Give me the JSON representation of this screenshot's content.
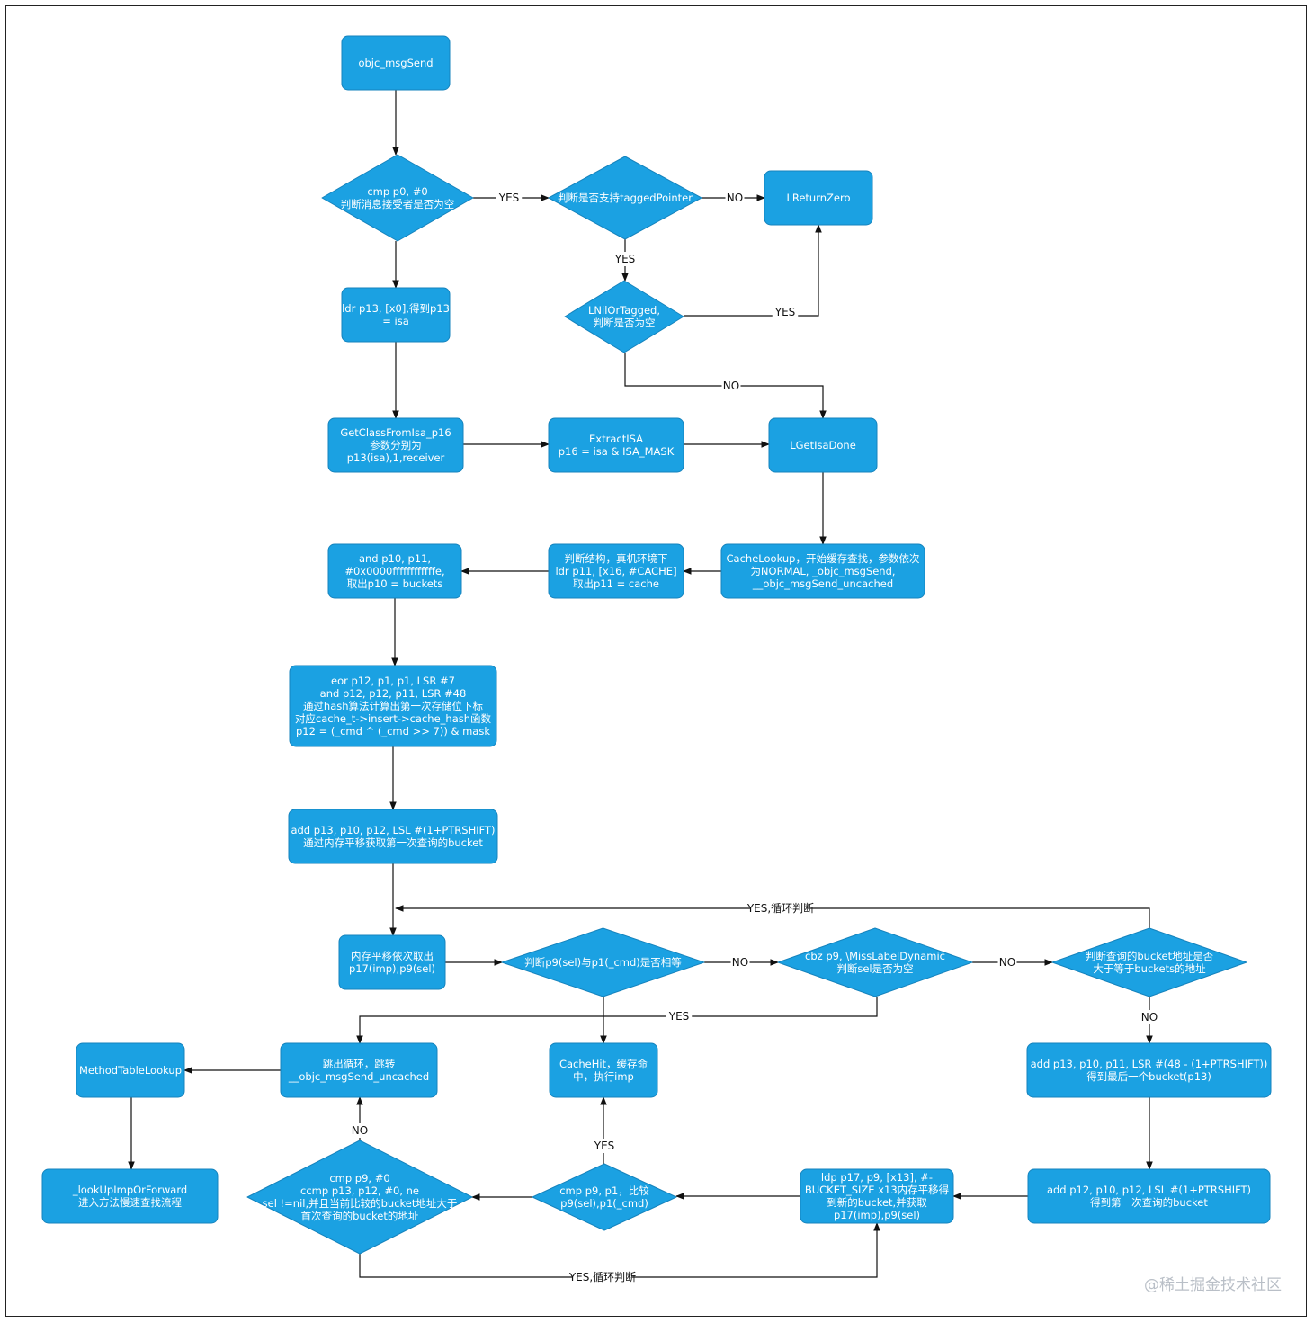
{
  "colors": {
    "node_fill": "#1ba1e2",
    "node_stroke": "#1583bd",
    "edge": "#111111",
    "text": "#ffffff",
    "label": "#111111"
  },
  "nodes": [
    {
      "id": "n1",
      "shape": "rect",
      "lines": [
        "objc_msgSend"
      ]
    },
    {
      "id": "n2",
      "shape": "diamond",
      "lines": [
        "cmp p0, #0",
        "判断消息接受者是否为空"
      ]
    },
    {
      "id": "n3",
      "shape": "diamond",
      "lines": [
        "判断是否支持taggedPointer"
      ]
    },
    {
      "id": "n4",
      "shape": "rect",
      "lines": [
        "LReturnZero"
      ]
    },
    {
      "id": "n5",
      "shape": "diamond",
      "lines": [
        "LNilOrTagged,",
        "判断是否为空"
      ]
    },
    {
      "id": "n6",
      "shape": "rect",
      "lines": [
        "ldr p13, [x0],得到p13",
        "= isa"
      ]
    },
    {
      "id": "n7",
      "shape": "rect",
      "lines": [
        "GetClassFromIsa_p16",
        "参数分别为",
        "p13(isa),1,receiver"
      ]
    },
    {
      "id": "n8",
      "shape": "rect",
      "lines": [
        "ExtractISA",
        "p16 = isa & ISA_MASK"
      ]
    },
    {
      "id": "n9",
      "shape": "rect",
      "lines": [
        "LGetIsaDone"
      ]
    },
    {
      "id": "n10",
      "shape": "rect",
      "lines": [
        "CacheLookup，开始缓存查找，参数依次",
        "为NORMAL, _objc_msgSend,",
        "__objc_msgSend_uncached"
      ]
    },
    {
      "id": "n11",
      "shape": "rect",
      "lines": [
        "判断结构，真机环境下",
        "ldr p11, [x16, #CACHE]",
        "取出p11 = cache"
      ]
    },
    {
      "id": "n12",
      "shape": "rect",
      "lines": [
        "and p10, p11,",
        "#0x0000ffffffffffffe,",
        "取出p10 = buckets"
      ]
    },
    {
      "id": "n13",
      "shape": "rect",
      "lines": [
        "eor p12, p1, p1, LSR #7",
        "and p12, p12, p11, LSR #48",
        "通过hash算法计算出第一次存储位下标",
        "对应cache_t->insert->cache_hash函数",
        "p12 = (_cmd ^ (_cmd >> 7)) & mask"
      ]
    },
    {
      "id": "n14",
      "shape": "rect",
      "lines": [
        "add p13, p10, p12, LSL #(1+PTRSHIFT)",
        "通过内存平移获取第一次查询的bucket"
      ]
    },
    {
      "id": "n15",
      "shape": "rect",
      "lines": [
        "内存平移依次取出",
        "p17(imp),p9(sel)"
      ]
    },
    {
      "id": "n16",
      "shape": "diamond",
      "lines": [
        "判断p9(sel)与p1(_cmd)是否相等"
      ]
    },
    {
      "id": "n17",
      "shape": "diamond",
      "lines": [
        "cbz p9, \\MissLabelDynamic",
        "判断sel是否为空"
      ]
    },
    {
      "id": "n18",
      "shape": "diamond",
      "lines": [
        "判断查询的bucket地址是否",
        "大于等于buckets的地址"
      ]
    },
    {
      "id": "n19",
      "shape": "rect",
      "lines": [
        "MethodTableLookup"
      ]
    },
    {
      "id": "n20",
      "shape": "rect",
      "lines": [
        "跳出循环，跳转",
        "__objc_msgSend_uncached"
      ]
    },
    {
      "id": "n21",
      "shape": "rect",
      "lines": [
        "CacheHit，缓存命",
        "中，执行imp"
      ]
    },
    {
      "id": "n22",
      "shape": "rect",
      "lines": [
        "add p13, p10, p11, LSR #(48 - (1+PTRSHIFT))",
        "得到最后一个bucket(p13)"
      ]
    },
    {
      "id": "n23",
      "shape": "rect",
      "lines": [
        "_lookUpImpOrForward",
        "进入方法慢速查找流程"
      ]
    },
    {
      "id": "n24",
      "shape": "diamond",
      "lines": [
        "cmp p9, #0",
        "ccmp p13, p12, #0, ne",
        "sel !=nil,并且当前比较的bucket地址大于",
        "首次查询的bucket的地址"
      ]
    },
    {
      "id": "n25",
      "shape": "diamond",
      "lines": [
        "cmp p9, p1，比较",
        "p9(sel),p1(_cmd)"
      ]
    },
    {
      "id": "n26",
      "shape": "rect",
      "lines": [
        "ldp p17, p9, [x13], #-",
        "BUCKET_SIZE x13内存平移得",
        "到新的bucket,并获取",
        "p17(imp),p9(sel)"
      ]
    },
    {
      "id": "n27",
      "shape": "rect",
      "lines": [
        "add p12, p10, p12, LSL #(1+PTRSHIFT)",
        "得到第一次查询的bucket"
      ]
    }
  ],
  "edges": [
    {
      "id": "e1",
      "label": ""
    },
    {
      "id": "e2",
      "label": "YES"
    },
    {
      "id": "e3",
      "label": "NO"
    },
    {
      "id": "e4",
      "label": "YES"
    },
    {
      "id": "e5",
      "label": "YES"
    },
    {
      "id": "e6",
      "label": "NO"
    },
    {
      "id": "e7",
      "label": ""
    },
    {
      "id": "e8",
      "label": ""
    },
    {
      "id": "e9",
      "label": ""
    },
    {
      "id": "e10",
      "label": ""
    },
    {
      "id": "e11",
      "label": ""
    },
    {
      "id": "e12",
      "label": ""
    },
    {
      "id": "e13",
      "label": ""
    },
    {
      "id": "e14",
      "label": ""
    },
    {
      "id": "e15",
      "label": ""
    },
    {
      "id": "e16",
      "label": ""
    },
    {
      "id": "e17",
      "label": ""
    },
    {
      "id": "e18",
      "label": "NO"
    },
    {
      "id": "e19",
      "label": "NO"
    },
    {
      "id": "e20",
      "label": "NO"
    },
    {
      "id": "e21",
      "label": "YES"
    },
    {
      "id": "e22",
      "label": "YES,循环判断"
    },
    {
      "id": "e23",
      "label": ""
    },
    {
      "id": "e24",
      "label": ""
    },
    {
      "id": "e25",
      "label": "YES"
    },
    {
      "id": "e26",
      "label": "NO"
    },
    {
      "id": "e27",
      "label": ""
    },
    {
      "id": "e28",
      "label": ""
    },
    {
      "id": "e29",
      "label": ""
    },
    {
      "id": "e30",
      "label": ""
    },
    {
      "id": "e31",
      "label": ""
    },
    {
      "id": "e32",
      "label": "YES,循环判断"
    }
  ],
  "watermark": "@稀土掘金技术社区"
}
